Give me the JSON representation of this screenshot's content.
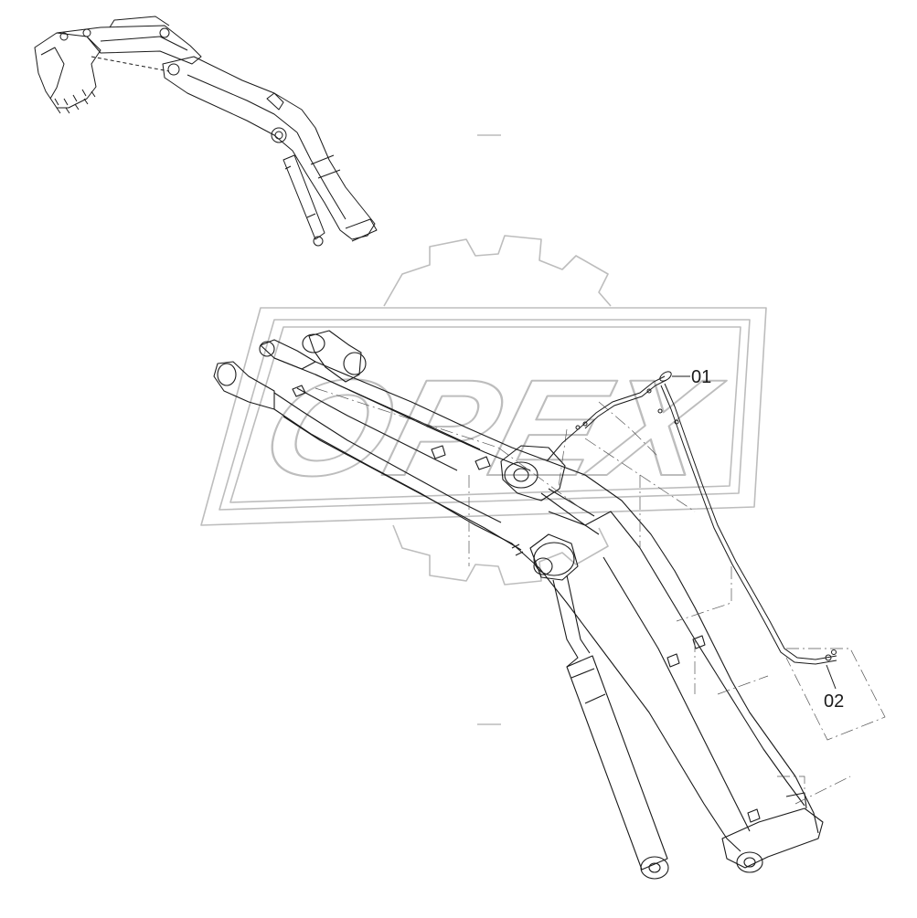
{
  "watermark": {
    "brand_text": "OPEX"
  },
  "callouts": [
    {
      "id": "01",
      "label": "01"
    },
    {
      "id": "02",
      "label": "02"
    }
  ],
  "colors": {
    "line": "#1a1a1a",
    "watermark": "#bdbdbd",
    "background": "#ffffff"
  }
}
